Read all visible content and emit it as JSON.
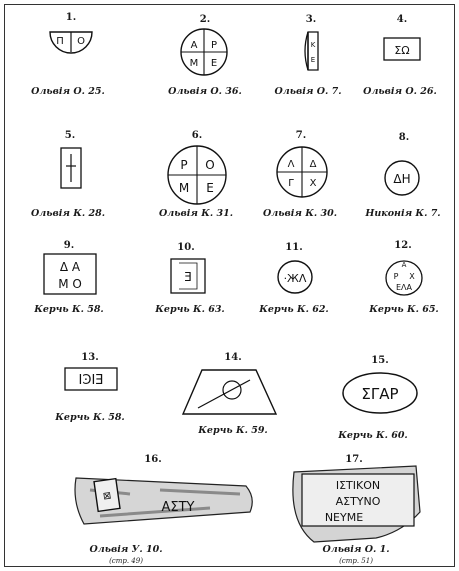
{
  "stamps": [
    {
      "num": "1.",
      "caption": "Ольвія О. 25.",
      "letters": [
        "Π",
        "Ο"
      ]
    },
    {
      "num": "2.",
      "caption": "Ольвія О. 36.",
      "letters": [
        "Α",
        "Ρ",
        "Μ",
        "Ε"
      ]
    },
    {
      "num": "3.",
      "caption": "Ольвія О. 7.",
      "letters": [
        "Κ",
        "Ε"
      ]
    },
    {
      "num": "4.",
      "caption": "Ольвія О. 26.",
      "letters": [
        "ΣΩ"
      ]
    },
    {
      "num": "5.",
      "caption": "Ольвія К. 28.",
      "letters": []
    },
    {
      "num": "6.",
      "caption": "Ольвія К. 31.",
      "letters": [
        "Ρ",
        "Ο",
        "Μ",
        "Ε"
      ]
    },
    {
      "num": "7.",
      "caption": "Ольвія К. 30.",
      "letters": [
        "Λ",
        "Δ",
        "Γ",
        "Χ"
      ]
    },
    {
      "num": "8.",
      "caption": "Никонія К. 7.",
      "letters": [
        "ΔΗ"
      ]
    },
    {
      "num": "9.",
      "caption": "Керчь К. 58.",
      "letters": [
        "Δ Α",
        "Μ Ο"
      ]
    },
    {
      "num": "10.",
      "caption": "Керчь К. 63.",
      "letters": [
        "Ǝ"
      ]
    },
    {
      "num": "11.",
      "caption": "Керчь К. 62.",
      "letters": [
        "·ЖΛ"
      ]
    },
    {
      "num": "12.",
      "caption": "Керчь К. 65.",
      "letters": [
        "Α",
        "Ρ",
        "Χ",
        "ΕΛΑ"
      ]
    },
    {
      "num": "13.",
      "caption": "Керчь К. 58.",
      "letters": [
        "ΙϿΙƎ"
      ]
    },
    {
      "num": "14.",
      "caption": "Керчь К. 59.",
      "letters": []
    },
    {
      "num": "15.",
      "caption": "Керчь К. 60.",
      "letters": [
        "ΣΓΑΡ"
      ]
    },
    {
      "num": "16.",
      "caption": "Ольвія У. 10.",
      "sub": "(стр. 49)",
      "letters": [
        "ΑΣΤΥ"
      ]
    },
    {
      "num": "17.",
      "caption": "Ольвія О. 1.",
      "sub": "(стр. 51)",
      "letters": [
        "ΙΣΤΙΚΟΝ",
        "ΑΣΤΥΝΟ",
        "ΝΕΥΜΕ"
      ]
    }
  ]
}
